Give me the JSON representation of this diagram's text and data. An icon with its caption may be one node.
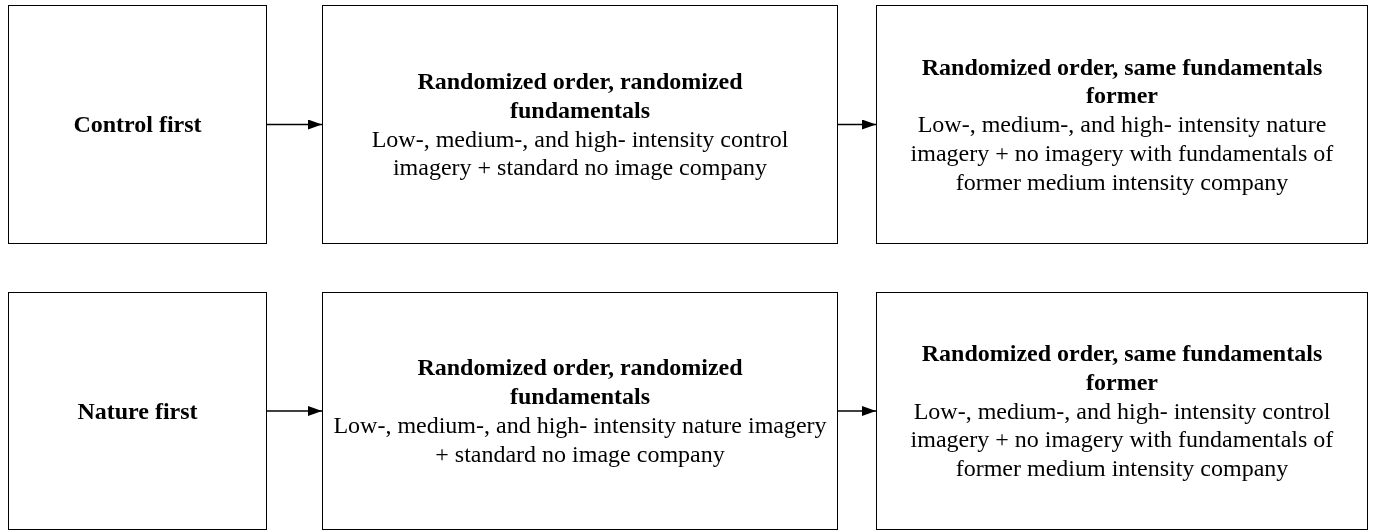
{
  "diagram": {
    "nodes": [
      {
        "text": [
          "Control first"
        ]
      },
      {
        "text": [
          "Randomized order, randomized fundamentals",
          "Low-, medium-, and high- intensity control imagery + standard no image company"
        ]
      },
      {
        "text": [
          "Randomized order, same fundamentals former",
          "Low-, medium-, and high- intensity nature imagery + no imagery with fundamentals of former medium intensity company"
        ]
      },
      {
        "text": [
          "Nature first"
        ]
      },
      {
        "text": [
          "Randomized order, randomized fundamentals",
          "Low-, medium-, and high- intensity nature imagery + standard no image company"
        ]
      },
      {
        "text": [
          "Randomized order, same fundamentals former",
          "Low-, medium-, and high- intensity control imagery + no imagery with fundamentals of former medium intensity company"
        ]
      }
    ],
    "edges": [
      {
        "from": 0,
        "to": 1,
        "arrow": "to"
      },
      {
        "from": 1,
        "to": 2,
        "arrow": "to"
      },
      {
        "from": 3,
        "to": 4,
        "arrow": "to"
      },
      {
        "from": 4,
        "to": 5,
        "arrow": "to"
      }
    ]
  }
}
